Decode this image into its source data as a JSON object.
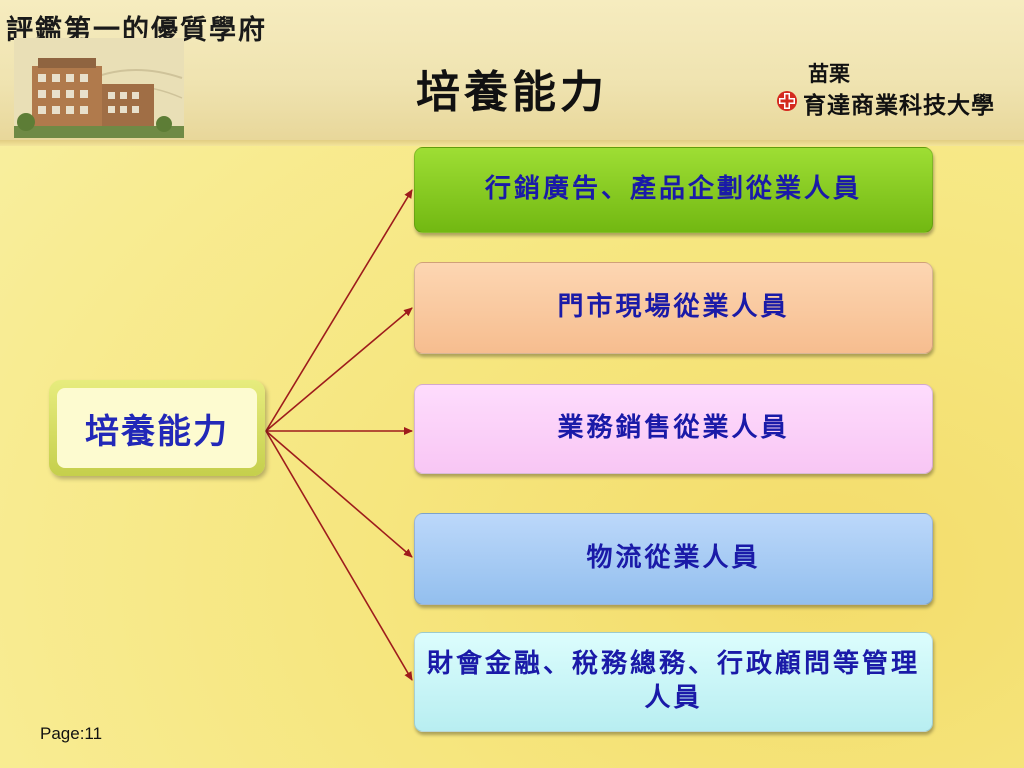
{
  "header": {
    "motto": "評鑑第一的優質學府",
    "title": "培養能力",
    "university_city": "苗栗",
    "university_name": "育達商業科技大學"
  },
  "diagram": {
    "center": "培養能力",
    "branches": [
      "行銷廣告、產品企劃從業人員",
      "門市現場從業人員",
      "業務銷售從業人員",
      "物流從業人員",
      "財會金融、稅務總務、行政顧問等管理人員"
    ]
  },
  "footer": {
    "page": "Page:11"
  },
  "colors": {
    "arrow": "#9e1c1c",
    "text_blue": "#1a1aa8"
  }
}
